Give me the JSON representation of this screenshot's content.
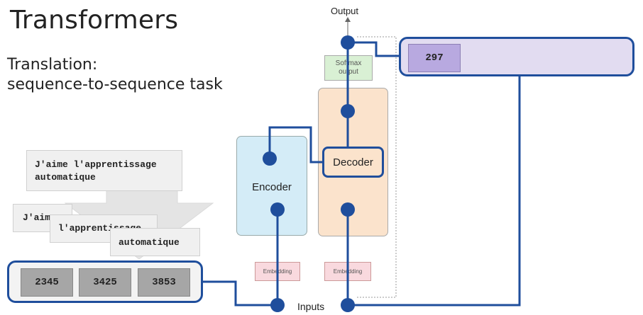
{
  "slide": {
    "title": "Transformers",
    "subtitle_line1": "Translation:",
    "subtitle_line2": "sequence-to-sequence task"
  },
  "source": {
    "sentence_line1": "J'aime l'apprentissage",
    "sentence_line2": "automatique",
    "tokens": [
      "J'aime",
      "l'apprentissage",
      "automatique"
    ],
    "token_ids": [
      "2345",
      "3425",
      "3853"
    ]
  },
  "model": {
    "encoder_label": "Encoder",
    "decoder_label": "Decoder",
    "softmax_label": "Softmax output",
    "embedding_label": "Embedding",
    "inputs_label": "Inputs",
    "output_label": "Output"
  },
  "output": {
    "token_ids": [
      "297"
    ]
  },
  "colors": {
    "accent": "#1f4e9c",
    "encoder_fill": "#d4ecf7",
    "decoder_fill": "#fbe3cc",
    "softmax_fill": "#d9f0d4",
    "embedding_fill": "#f9d9de",
    "output_panel_fill": "#e2dcf1",
    "output_token_fill": "#b8a9e0"
  }
}
